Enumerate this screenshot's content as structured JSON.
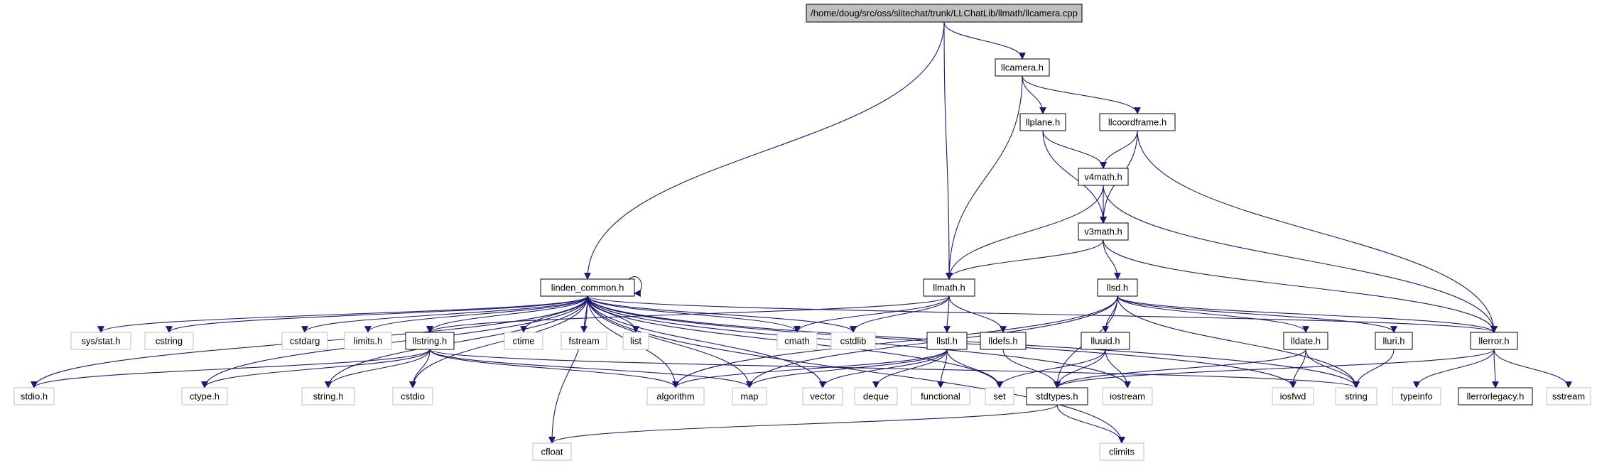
{
  "colors": {
    "edge": "#191970",
    "root_fill": "#bfbfbf",
    "node_fill": "#ffffff",
    "node_stroke": "#000000",
    "external_stroke": "#bfbfbf",
    "text": "#000000"
  },
  "nodes": [
    {
      "id": "root",
      "label": "/home/doug/src/oss/slitechat/trunk/LLChatLib/llmath/llcamera.cpp",
      "kind": "root"
    },
    {
      "id": "llcamera",
      "label": "llcamera.h",
      "kind": "header"
    },
    {
      "id": "llplane",
      "label": "llplane.h",
      "kind": "header"
    },
    {
      "id": "llcoordframe",
      "label": "llcoordframe.h",
      "kind": "header"
    },
    {
      "id": "v4math",
      "label": "v4math.h",
      "kind": "header"
    },
    {
      "id": "v3math",
      "label": "v3math.h",
      "kind": "header"
    },
    {
      "id": "linden_common",
      "label": "linden_common.h",
      "kind": "header"
    },
    {
      "id": "llmath",
      "label": "llmath.h",
      "kind": "header"
    },
    {
      "id": "llsd",
      "label": "llsd.h",
      "kind": "header"
    },
    {
      "id": "sysstat",
      "label": "sys/stat.h",
      "kind": "external"
    },
    {
      "id": "cstring",
      "label": "cstring",
      "kind": "external"
    },
    {
      "id": "cstdarg",
      "label": "cstdarg",
      "kind": "external"
    },
    {
      "id": "limits",
      "label": "limits.h",
      "kind": "external"
    },
    {
      "id": "llstring",
      "label": "llstring.h",
      "kind": "header"
    },
    {
      "id": "ctime",
      "label": "ctime",
      "kind": "external"
    },
    {
      "id": "fstream",
      "label": "fstream",
      "kind": "external"
    },
    {
      "id": "list",
      "label": "list",
      "kind": "external"
    },
    {
      "id": "cmath",
      "label": "cmath",
      "kind": "external"
    },
    {
      "id": "cstdlib",
      "label": "cstdlib",
      "kind": "external"
    },
    {
      "id": "llstl",
      "label": "llstl.h",
      "kind": "header"
    },
    {
      "id": "lldefs",
      "label": "lldefs.h",
      "kind": "header"
    },
    {
      "id": "lluuid",
      "label": "lluuid.h",
      "kind": "header"
    },
    {
      "id": "lldate",
      "label": "lldate.h",
      "kind": "header"
    },
    {
      "id": "lluri",
      "label": "lluri.h",
      "kind": "header"
    },
    {
      "id": "llerror",
      "label": "llerror.h",
      "kind": "header"
    },
    {
      "id": "stdio",
      "label": "stdio.h",
      "kind": "external"
    },
    {
      "id": "ctype",
      "label": "ctype.h",
      "kind": "external"
    },
    {
      "id": "stringh",
      "label": "string.h",
      "kind": "external"
    },
    {
      "id": "cstdio",
      "label": "cstdio",
      "kind": "external"
    },
    {
      "id": "algorithm",
      "label": "algorithm",
      "kind": "external"
    },
    {
      "id": "map",
      "label": "map",
      "kind": "external"
    },
    {
      "id": "vector",
      "label": "vector",
      "kind": "external"
    },
    {
      "id": "deque",
      "label": "deque",
      "kind": "external"
    },
    {
      "id": "functional",
      "label": "functional",
      "kind": "external"
    },
    {
      "id": "set",
      "label": "set",
      "kind": "external"
    },
    {
      "id": "stdtypes",
      "label": "stdtypes.h",
      "kind": "header"
    },
    {
      "id": "iostream",
      "label": "iostream",
      "kind": "external"
    },
    {
      "id": "iosfwd",
      "label": "iosfwd",
      "kind": "external"
    },
    {
      "id": "string",
      "label": "string",
      "kind": "external"
    },
    {
      "id": "typeinfo",
      "label": "typeinfo",
      "kind": "external"
    },
    {
      "id": "llerrorlegacy",
      "label": "llerrorlegacy.h",
      "kind": "header"
    },
    {
      "id": "sstream",
      "label": "sstream",
      "kind": "external"
    },
    {
      "id": "cfloat",
      "label": "cfloat",
      "kind": "external"
    },
    {
      "id": "climits",
      "label": "climits",
      "kind": "external"
    }
  ],
  "edges": [
    [
      "root",
      "llcamera"
    ],
    [
      "root",
      "llmath"
    ],
    [
      "root",
      "linden_common"
    ],
    [
      "llcamera",
      "llplane"
    ],
    [
      "llcamera",
      "llcoordframe"
    ],
    [
      "llcamera",
      "llmath"
    ],
    [
      "llplane",
      "v4math"
    ],
    [
      "llplane",
      "v3math"
    ],
    [
      "llcoordframe",
      "v4math"
    ],
    [
      "llcoordframe",
      "v3math"
    ],
    [
      "llcoordframe",
      "llerror"
    ],
    [
      "v4math",
      "v3math"
    ],
    [
      "v4math",
      "llmath"
    ],
    [
      "v4math",
      "llerror"
    ],
    [
      "v3math",
      "llmath"
    ],
    [
      "v3math",
      "llsd"
    ],
    [
      "v3math",
      "llerror"
    ],
    [
      "linden_common",
      "linden_common"
    ],
    [
      "linden_common",
      "sysstat"
    ],
    [
      "linden_common",
      "cstring"
    ],
    [
      "linden_common",
      "cstdarg"
    ],
    [
      "linden_common",
      "limits"
    ],
    [
      "linden_common",
      "llstring"
    ],
    [
      "linden_common",
      "ctime"
    ],
    [
      "linden_common",
      "fstream"
    ],
    [
      "linden_common",
      "list"
    ],
    [
      "linden_common",
      "cmath"
    ],
    [
      "linden_common",
      "cstdlib"
    ],
    [
      "linden_common",
      "stdio"
    ],
    [
      "linden_common",
      "ctype"
    ],
    [
      "linden_common",
      "stringh"
    ],
    [
      "linden_common",
      "cstdio"
    ],
    [
      "linden_common",
      "algorithm"
    ],
    [
      "linden_common",
      "map"
    ],
    [
      "linden_common",
      "vector"
    ],
    [
      "linden_common",
      "set"
    ],
    [
      "linden_common",
      "iostream"
    ],
    [
      "linden_common",
      "iosfwd"
    ],
    [
      "linden_common",
      "string"
    ],
    [
      "linden_common",
      "llerror"
    ],
    [
      "linden_common",
      "cfloat"
    ],
    [
      "linden_common",
      "climits"
    ],
    [
      "llmath",
      "cmath"
    ],
    [
      "llmath",
      "cstdlib"
    ],
    [
      "llmath",
      "llstl"
    ],
    [
      "llmath",
      "lldefs"
    ],
    [
      "llmath",
      "llstring"
    ],
    [
      "llsd",
      "map"
    ],
    [
      "llsd",
      "algorithm"
    ],
    [
      "llsd",
      "lluuid"
    ],
    [
      "llsd",
      "lldate"
    ],
    [
      "llsd",
      "lluri"
    ],
    [
      "llsd",
      "llerror"
    ],
    [
      "llsd",
      "stdtypes"
    ],
    [
      "llsd",
      "string"
    ],
    [
      "llstring",
      "stdio"
    ],
    [
      "llstring",
      "ctype"
    ],
    [
      "llstring",
      "stringh"
    ],
    [
      "llstring",
      "cstdio"
    ],
    [
      "llstring",
      "algorithm"
    ],
    [
      "llstring",
      "map"
    ],
    [
      "llstring",
      "string"
    ],
    [
      "llstl",
      "map"
    ],
    [
      "llstl",
      "vector"
    ],
    [
      "llstl",
      "deque"
    ],
    [
      "llstl",
      "functional"
    ],
    [
      "llstl",
      "set"
    ],
    [
      "llstl",
      "algorithm"
    ],
    [
      "lldefs",
      "stdtypes"
    ],
    [
      "lluuid",
      "set"
    ],
    [
      "lluuid",
      "stdtypes"
    ],
    [
      "lluuid",
      "iostream"
    ],
    [
      "lldate",
      "stdtypes"
    ],
    [
      "lldate",
      "iosfwd"
    ],
    [
      "lldate",
      "string"
    ],
    [
      "lluri",
      "string"
    ],
    [
      "llerror",
      "stdtypes"
    ],
    [
      "llerror",
      "typeinfo"
    ],
    [
      "llerror",
      "llerrorlegacy"
    ],
    [
      "llerror",
      "sstream"
    ],
    [
      "stdtypes",
      "cfloat"
    ],
    [
      "stdtypes",
      "climits"
    ]
  ]
}
